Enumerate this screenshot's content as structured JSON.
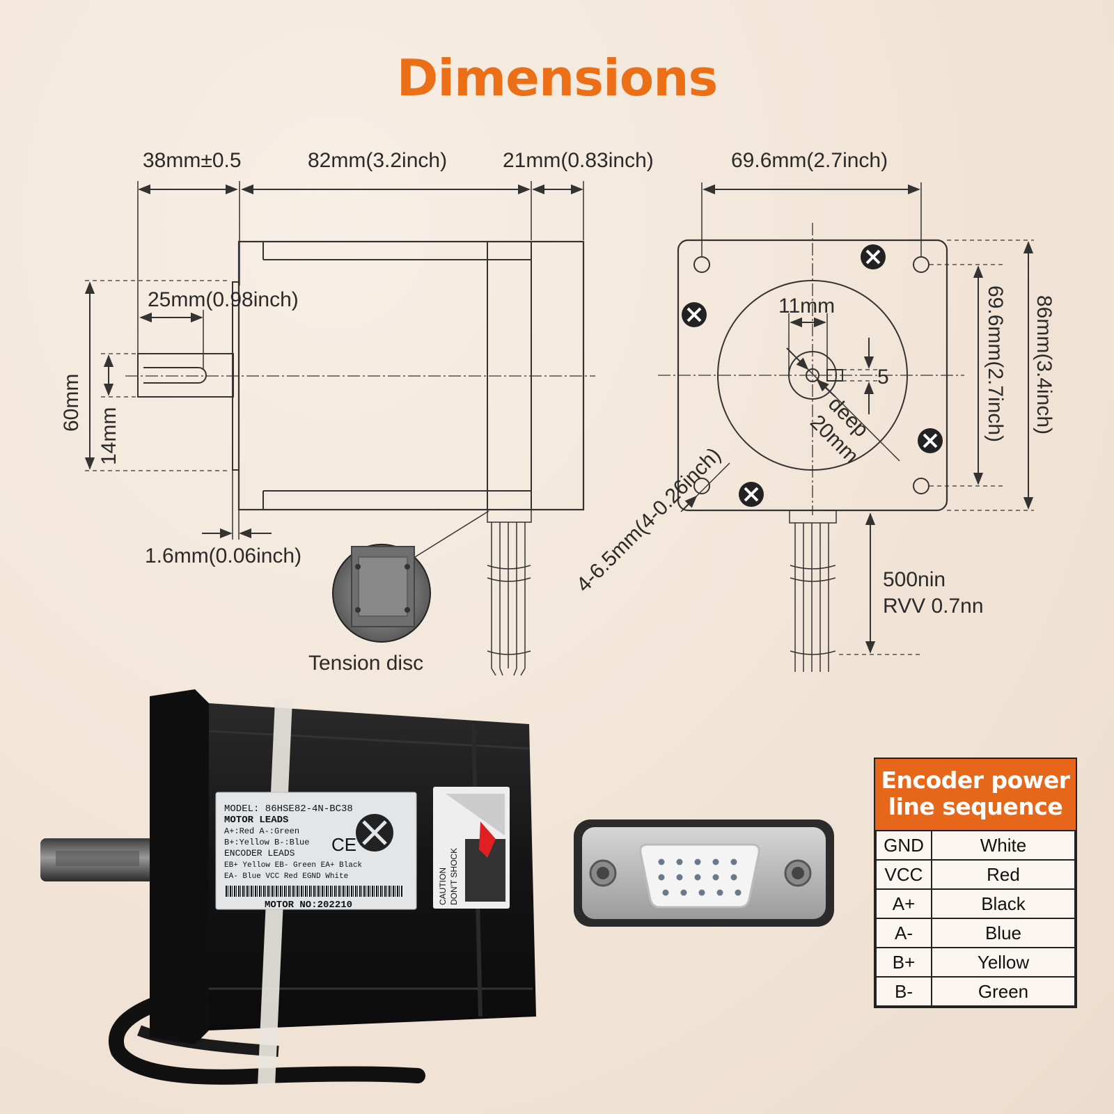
{
  "title": "Dimensions",
  "side_view": {
    "dim_shaft_length": "38mm±0.5",
    "dim_body_length": "82mm(3.2inch)",
    "dim_rear_length": "21mm(0.83inch)",
    "dim_key_length": "25mm(0.98inch)",
    "dim_flange_height": "60mm",
    "dim_shaft_dia": "14mm",
    "dim_flange_thickness": "1.6mm(0.06inch)",
    "tension_disc_label": "Tension disc"
  },
  "front_view": {
    "dim_hole_spacing_top": "69.6mm(2.7inch)",
    "dim_hole_spacing_side": "69.6mm(2.7inch)",
    "dim_frame_size": "86mm(3.4inch)",
    "dim_key_width": "11mm",
    "dim_key_depth": "5",
    "dim_deep": "deep",
    "dim_deep_value": "20mm",
    "dim_mount_holes": "4-6.5mm(4-0.26inch)",
    "cable_length": "500nin",
    "cable_spec": "RVV 0.7nn"
  },
  "motor_label": {
    "model": "MODEL: 86HSE82-4N-BC38",
    "motor_leads": "MOTOR LEADS",
    "line1": "A+:Red   A-:Green",
    "line2": "B+:Yellow B-:Blue",
    "encoder_leads": "ENCODER LEADS",
    "line3": "EB+ Yellow EB- Green  EA+ Black",
    "line4": "EA- Blue  VCC Red    EGND White",
    "motor_no": "MOTOR NO:202210",
    "caution1": "CAUTION",
    "caution2": "DON'T SHOCK",
    "ce": "CE"
  },
  "encoder_table": {
    "title_line1": "Encoder power",
    "title_line2": "line sequence",
    "rows": [
      {
        "pin": "GND",
        "color": "White"
      },
      {
        "pin": "VCC",
        "color": "Red"
      },
      {
        "pin": "A+",
        "color": "Black"
      },
      {
        "pin": "A-",
        "color": "Blue"
      },
      {
        "pin": "B+",
        "color": "Yellow"
      },
      {
        "pin": "B-",
        "color": "Green"
      }
    ]
  },
  "colors": {
    "accent": "#ea6f17",
    "table_header": "#e7671a",
    "background": "#f3e7db"
  }
}
